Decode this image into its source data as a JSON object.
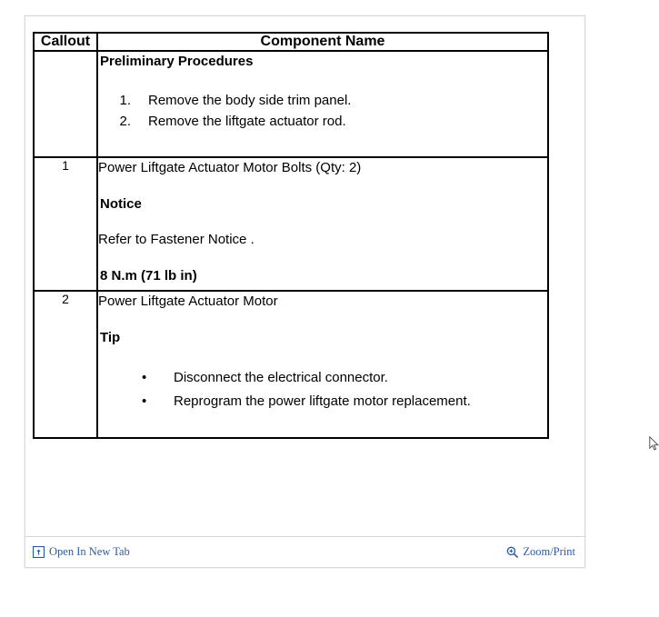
{
  "viewer": {
    "footer": {
      "open_new_tab_label": "Open In New Tab",
      "open_new_tab_icon": "external-window-icon",
      "zoom_print_label": "Zoom/Print",
      "zoom_print_icon": "magnifier-plus-icon"
    },
    "link_color": "#2c5aa0",
    "panel_border_color": "#d9d9d9"
  },
  "document": {
    "table": {
      "headers": {
        "callout": "Callout",
        "component_name": "Component Name"
      },
      "rows": [
        {
          "callout": "",
          "title": "Preliminary Procedures",
          "title_bold": true,
          "steps": [
            {
              "marker": "1.",
              "text": "Remove the body side trim panel."
            },
            {
              "marker": "2.",
              "text": "Remove the liftgate actuator rod."
            }
          ]
        },
        {
          "callout": "1",
          "component": "Power Liftgate Actuator Motor Bolts (Qty: 2)",
          "notice_heading": "Notice",
          "notice_text": "Refer to Fastener Notice .",
          "torque": "8 N.m (71 lb in)"
        },
        {
          "callout": "2",
          "component": "Power Liftgate Actuator Motor",
          "tip_heading": "Tip",
          "tips": [
            "Disconnect the electrical connector.",
            "Reprogram the power liftgate motor replacement."
          ]
        }
      ]
    }
  }
}
